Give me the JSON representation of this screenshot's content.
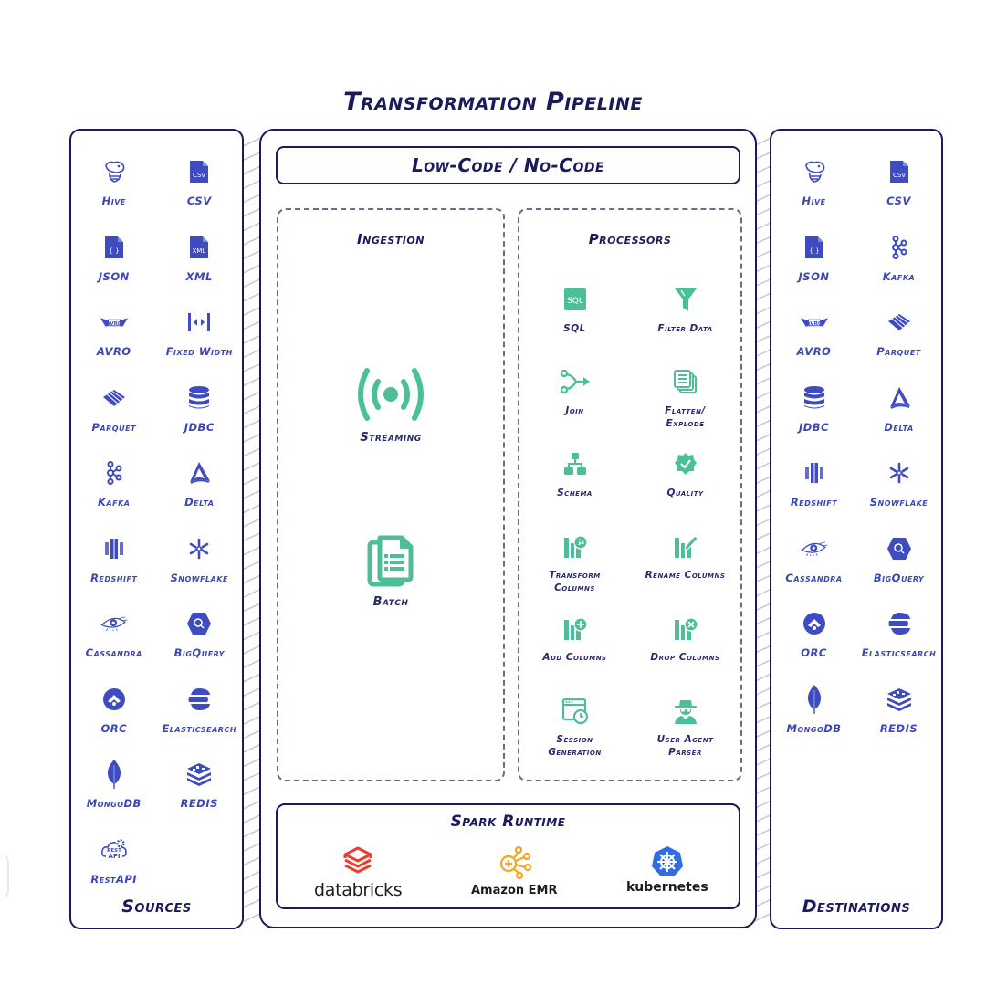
{
  "title": "Transformation Pipeline",
  "sources": {
    "title": "Sources",
    "items": [
      {
        "label": "Hive",
        "icon": "hive-icon"
      },
      {
        "label": "CSV",
        "icon": "csv-file-icon"
      },
      {
        "label": "JSON",
        "icon": "json-file-icon"
      },
      {
        "label": "XML",
        "icon": "xml-file-icon"
      },
      {
        "label": "AVRO",
        "icon": "avro-icon"
      },
      {
        "label": "Fixed Width",
        "icon": "fixed-width-icon"
      },
      {
        "label": "Parquet",
        "icon": "parquet-icon"
      },
      {
        "label": "JDBC",
        "icon": "database-icon"
      },
      {
        "label": "Kafka",
        "icon": "kafka-icon"
      },
      {
        "label": "Delta",
        "icon": "delta-icon"
      },
      {
        "label": "Redshift",
        "icon": "redshift-icon"
      },
      {
        "label": "Snowflake",
        "icon": "snowflake-icon"
      },
      {
        "label": "Cassandra",
        "icon": "cassandra-eye-icon"
      },
      {
        "label": "BigQuery",
        "icon": "bigquery-icon"
      },
      {
        "label": "ORC",
        "icon": "orc-icon"
      },
      {
        "label": "Elasticsearch",
        "icon": "elasticsearch-icon"
      },
      {
        "label": "MongoDB",
        "icon": "mongodb-leaf-icon"
      },
      {
        "label": "REDIS",
        "icon": "redis-icon"
      },
      {
        "label": "RestAPI",
        "icon": "rest-api-icon",
        "icon_text_top": "REST",
        "icon_text_bottom": "API"
      }
    ]
  },
  "destinations": {
    "title": "Destinations",
    "items": [
      {
        "label": "Hive",
        "icon": "hive-icon"
      },
      {
        "label": "CSV",
        "icon": "csv-file-icon"
      },
      {
        "label": "JSON",
        "icon": "json-file-icon"
      },
      {
        "label": "Kafka",
        "icon": "kafka-icon"
      },
      {
        "label": "AVRO",
        "icon": "avro-icon"
      },
      {
        "label": "Parquet",
        "icon": "parquet-icon"
      },
      {
        "label": "JDBC",
        "icon": "database-icon"
      },
      {
        "label": "Delta",
        "icon": "delta-icon"
      },
      {
        "label": "Redshift",
        "icon": "redshift-icon"
      },
      {
        "label": "Snowflake",
        "icon": "snowflake-icon"
      },
      {
        "label": "Cassandra",
        "icon": "cassandra-eye-icon"
      },
      {
        "label": "BigQuery",
        "icon": "bigquery-icon"
      },
      {
        "label": "ORC",
        "icon": "orc-icon"
      },
      {
        "label": "Elasticsearch",
        "icon": "elasticsearch-icon"
      },
      {
        "label": "MongoDB",
        "icon": "mongodb-leaf-icon"
      },
      {
        "label": "REDIS",
        "icon": "redis-icon"
      }
    ]
  },
  "pipeline": {
    "header": "Low-Code / No-Code",
    "ingestion": {
      "title": "Ingestion",
      "items": [
        {
          "label": "Streaming",
          "icon": "streaming-broadcast-icon"
        },
        {
          "label": "Batch",
          "icon": "batch-documents-icon"
        }
      ]
    },
    "processors": {
      "title": "Processors",
      "items": [
        {
          "label": "SQL",
          "icon": "sql-icon",
          "icon_text": "SQL"
        },
        {
          "label": "Filter Data",
          "icon": "filter-funnel-icon"
        },
        {
          "label": "Join",
          "icon": "join-merge-icon"
        },
        {
          "label": "Flatten/ Explode",
          "icon": "flatten-stack-icon"
        },
        {
          "label": "Schema",
          "icon": "schema-hierarchy-icon"
        },
        {
          "label": "Quality",
          "icon": "quality-badge-icon"
        },
        {
          "label": "Transform Columns",
          "icon": "transform-columns-icon"
        },
        {
          "label": "Rename Columns",
          "icon": "rename-columns-icon"
        },
        {
          "label": "Add Columns",
          "icon": "add-columns-icon"
        },
        {
          "label": "Drop Columns",
          "icon": "drop-columns-icon"
        },
        {
          "label": "Session Generation",
          "icon": "session-clock-icon"
        },
        {
          "label": "User Agent Parser",
          "icon": "user-agent-spy-icon"
        }
      ]
    },
    "runtime": {
      "title": "Spark Runtime",
      "items": [
        {
          "label": "databricks",
          "icon": "databricks-icon"
        },
        {
          "label": "Amazon EMR",
          "icon": "amazon-emr-icon"
        },
        {
          "label": "kubernetes",
          "icon": "kubernetes-icon"
        }
      ]
    }
  },
  "colors": {
    "ink": "#1b1a5c",
    "source_icon": "#3f4bc0",
    "processor_icon": "#4cbf97",
    "databricks": "#ee3d2c",
    "emr": "#f5a623",
    "kubernetes": "#326ce5",
    "hatch": "#c9c9d3"
  }
}
